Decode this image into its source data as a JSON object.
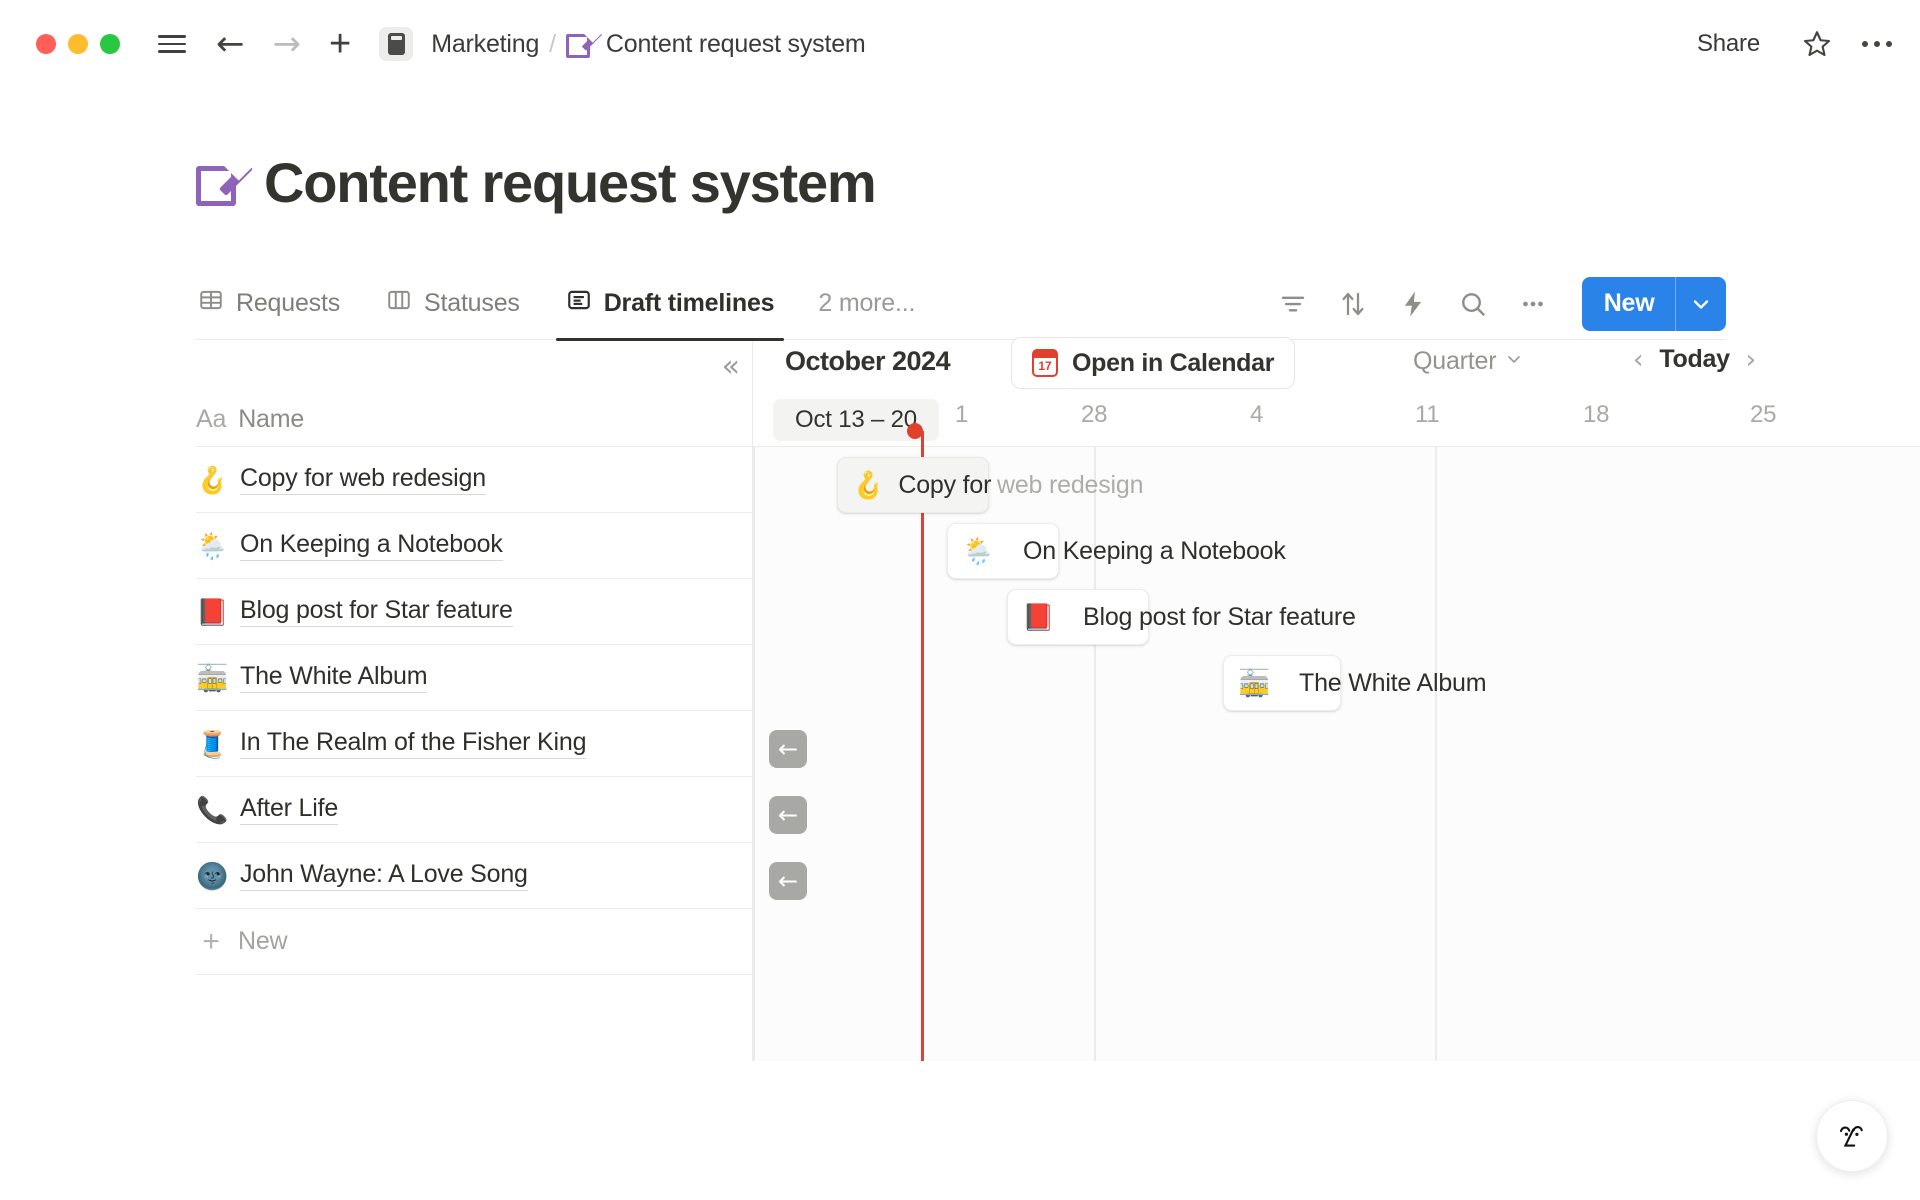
{
  "titlebar": {
    "window_controls": [
      "close",
      "minimize",
      "maximize"
    ],
    "menu_icon": "hamburger-icon",
    "back_icon": "arrow-left-icon",
    "forward_icon": "arrow-right-icon",
    "new_icon": "plus-icon",
    "breadcrumb": {
      "workspace": "Marketing",
      "separator": "/",
      "page": "Content request system",
      "page_emoji": "memo-icon"
    },
    "share_label": "Share",
    "favorite_icon": "star-icon",
    "more_icon": "ellipsis-icon"
  },
  "page": {
    "emoji": "memo-icon",
    "title": "Content request system"
  },
  "tabs": [
    {
      "label": "Requests",
      "icon": "table-icon",
      "active": false
    },
    {
      "label": "Statuses",
      "icon": "board-icon",
      "active": false
    },
    {
      "label": "Draft timelines",
      "icon": "timeline-icon",
      "active": true
    }
  ],
  "tabs_more": "2 more...",
  "toolbar": {
    "filter_icon": "filter-icon",
    "sort_icon": "sort-icon",
    "automation_icon": "lightning-icon",
    "search_icon": "search-icon",
    "more_icon": "ellipsis-icon",
    "new_label": "New",
    "new_dropdown_icon": "chevron-down-icon",
    "new_color": "#2a83e8"
  },
  "list_pane": {
    "collapse_icon": "chevrons-left-icon",
    "property_type_label": "Aa",
    "column_header": "Name",
    "rows": [
      {
        "emoji": "🪝",
        "name": "Copy for web redesign"
      },
      {
        "emoji": "🌦️",
        "name": "On Keeping a Notebook"
      },
      {
        "emoji": "📕",
        "name": "Blog post for Star feature"
      },
      {
        "emoji": "🚋",
        "name": "The White Album"
      },
      {
        "emoji": "🧵",
        "name": "In The Realm of the Fisher King"
      },
      {
        "emoji": "📞",
        "name": "After Life"
      },
      {
        "emoji": "🌚",
        "name": "John Wayne: A Love Song"
      }
    ],
    "new_row_label": "New",
    "new_row_icon": "plus-icon"
  },
  "timeline": {
    "month_label": "October 2024",
    "open_in_calendar": {
      "label": "Open in Calendar",
      "icon": "calendar-icon",
      "icon_day": "17",
      "icon_color": "#e0402c"
    },
    "zoom_level": "Quarter",
    "zoom_icon": "chevron-down-icon",
    "prev_icon": "chevron-left-icon",
    "today_label": "Today",
    "next_icon": "chevron-right-icon",
    "today_marker_color": "#d94436",
    "range_pill": "Oct 13 – 20",
    "ticks": [
      "1",
      "28",
      "4",
      "11",
      "18",
      "25"
    ],
    "bars": [
      {
        "emoji": "🪝",
        "label": "Copy for",
        "overflow": "web redesign",
        "shaded": true
      },
      {
        "emoji": "🌦️",
        "label": "On Keeping a Notebook",
        "overflow": "",
        "shaded": false
      },
      {
        "emoji": "📕",
        "label": "Blog post for Star feature",
        "overflow": "",
        "shaded": false
      },
      {
        "emoji": "🚋",
        "label": "The White Album",
        "overflow": "",
        "shaded": false
      }
    ],
    "back_badges": [
      "arrow-left-icon",
      "arrow-left-icon",
      "arrow-left-icon"
    ]
  },
  "help_button": {
    "icon": "assistant-face-icon"
  }
}
